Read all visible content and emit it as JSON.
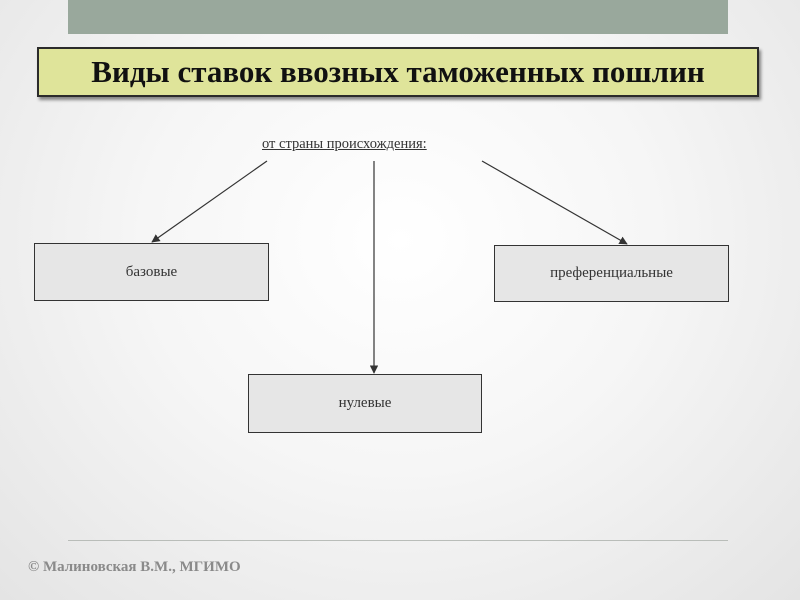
{
  "title": "Виды ставок ввозных таможенных пошлин",
  "source_label": "от страны происхождения:",
  "nodes": {
    "base": "базовые",
    "preferential": "преференциальные",
    "zero": "нулевые"
  },
  "footer": "© Малиновская В.М., МГИМО",
  "colors": {
    "top_band": "#99a89c",
    "title_fill": "#dfe49a",
    "node_fill": "#e6e6e6",
    "border": "#333333"
  }
}
